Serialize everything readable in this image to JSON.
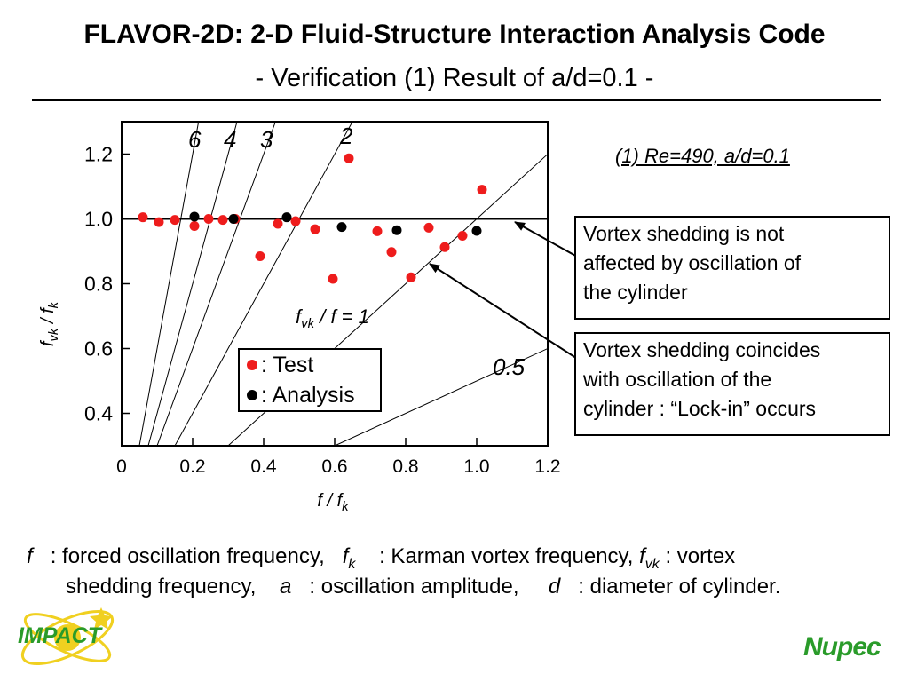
{
  "title": "FLAVOR-2D: 2-D Fluid-Structure Interaction Analysis Code",
  "subtitle": "- Verification (1) Result of a/d=0.1 -",
  "caption": "(1) Re=490, a/d=0.1",
  "legend": {
    "test": ": Test",
    "analysis": ": Analysis"
  },
  "colors": {
    "test": "#ee1c1c",
    "analysis": "#000000",
    "logo": "#2a9b2a"
  },
  "annotation_box_1": {
    "lines": [
      "Vortex shedding is not",
      "affected by oscillation of",
      "the cylinder"
    ]
  },
  "annotation_box_2": {
    "lines": [
      "Vortex shedding coincides",
      "with oscillation of the",
      "cylinder : “Lock-in” occurs"
    ]
  },
  "footnote": {
    "f_sym": "f",
    "f_desc": ": forced oscillation frequency,",
    "fk_sym": "f",
    "fk_sub": "k",
    "fk_desc": ": Karman vortex frequency,",
    "fvk_sym": "f",
    "fvk_sub": "vk",
    "fvk_desc": ": vortex",
    "line2_a": "shedding frequency,",
    "a_sym": "a",
    "a_desc": ": oscillation amplitude,",
    "d_sym": "d",
    "d_desc": ": diameter of cylinder."
  },
  "logos": {
    "left": "IMPACT",
    "right": "Nupec"
  },
  "chart_data": {
    "type": "scatter",
    "xlabel": {
      "main": "f / f",
      "sub": "k"
    },
    "ylabel": {
      "main": "f",
      "sub1": "vk",
      "mid": " / f",
      "sub2": "k"
    },
    "xlim": [
      0,
      1.2
    ],
    "ylim": [
      0.3,
      1.3
    ],
    "x_ticks": [
      "0",
      "0.2",
      "0.4",
      "0.6",
      "0.8",
      "1.0",
      "1.2"
    ],
    "x_tick_values": [
      0,
      0.2,
      0.4,
      0.6,
      0.8,
      1.0,
      1.2
    ],
    "y_ticks": [
      "0.4",
      "0.6",
      "0.8",
      "1.0",
      "1.2"
    ],
    "y_tick_values": [
      0.4,
      0.6,
      0.8,
      1.0,
      1.2
    ],
    "hline": 1.0,
    "ratio_lines": [
      {
        "label": "6",
        "ratio": 6
      },
      {
        "label": "4",
        "ratio": 4
      },
      {
        "label": "3",
        "ratio": 3
      },
      {
        "label": "2",
        "ratio": 2
      },
      {
        "label": "0.5",
        "ratio": 0.5
      }
    ],
    "ratio_line_1_label": "f",
    "ratio_line_1_sub": "vk",
    "ratio_line_1_rest": " / f = 1",
    "series": [
      {
        "name": "Test",
        "color": "#ee1c1c",
        "x": [
          0.06,
          0.105,
          0.15,
          0.205,
          0.245,
          0.285,
          0.32,
          0.39,
          0.44,
          0.49,
          0.545,
          0.595,
          0.64,
          0.72,
          0.76,
          0.815,
          0.865,
          0.91,
          0.96,
          1.015
        ],
        "y": [
          1.005,
          0.99,
          0.997,
          0.978,
          1.0,
          0.997,
          1.0,
          0.885,
          0.985,
          0.993,
          0.968,
          0.815,
          1.187,
          0.962,
          0.898,
          0.82,
          0.973,
          0.913,
          0.948,
          1.09
        ]
      },
      {
        "name": "Analysis",
        "color": "#000000",
        "x": [
          0.205,
          0.315,
          0.465,
          0.62,
          0.775,
          1.0
        ],
        "y": [
          1.007,
          1.0,
          1.005,
          0.975,
          0.965,
          0.963
        ]
      }
    ]
  }
}
